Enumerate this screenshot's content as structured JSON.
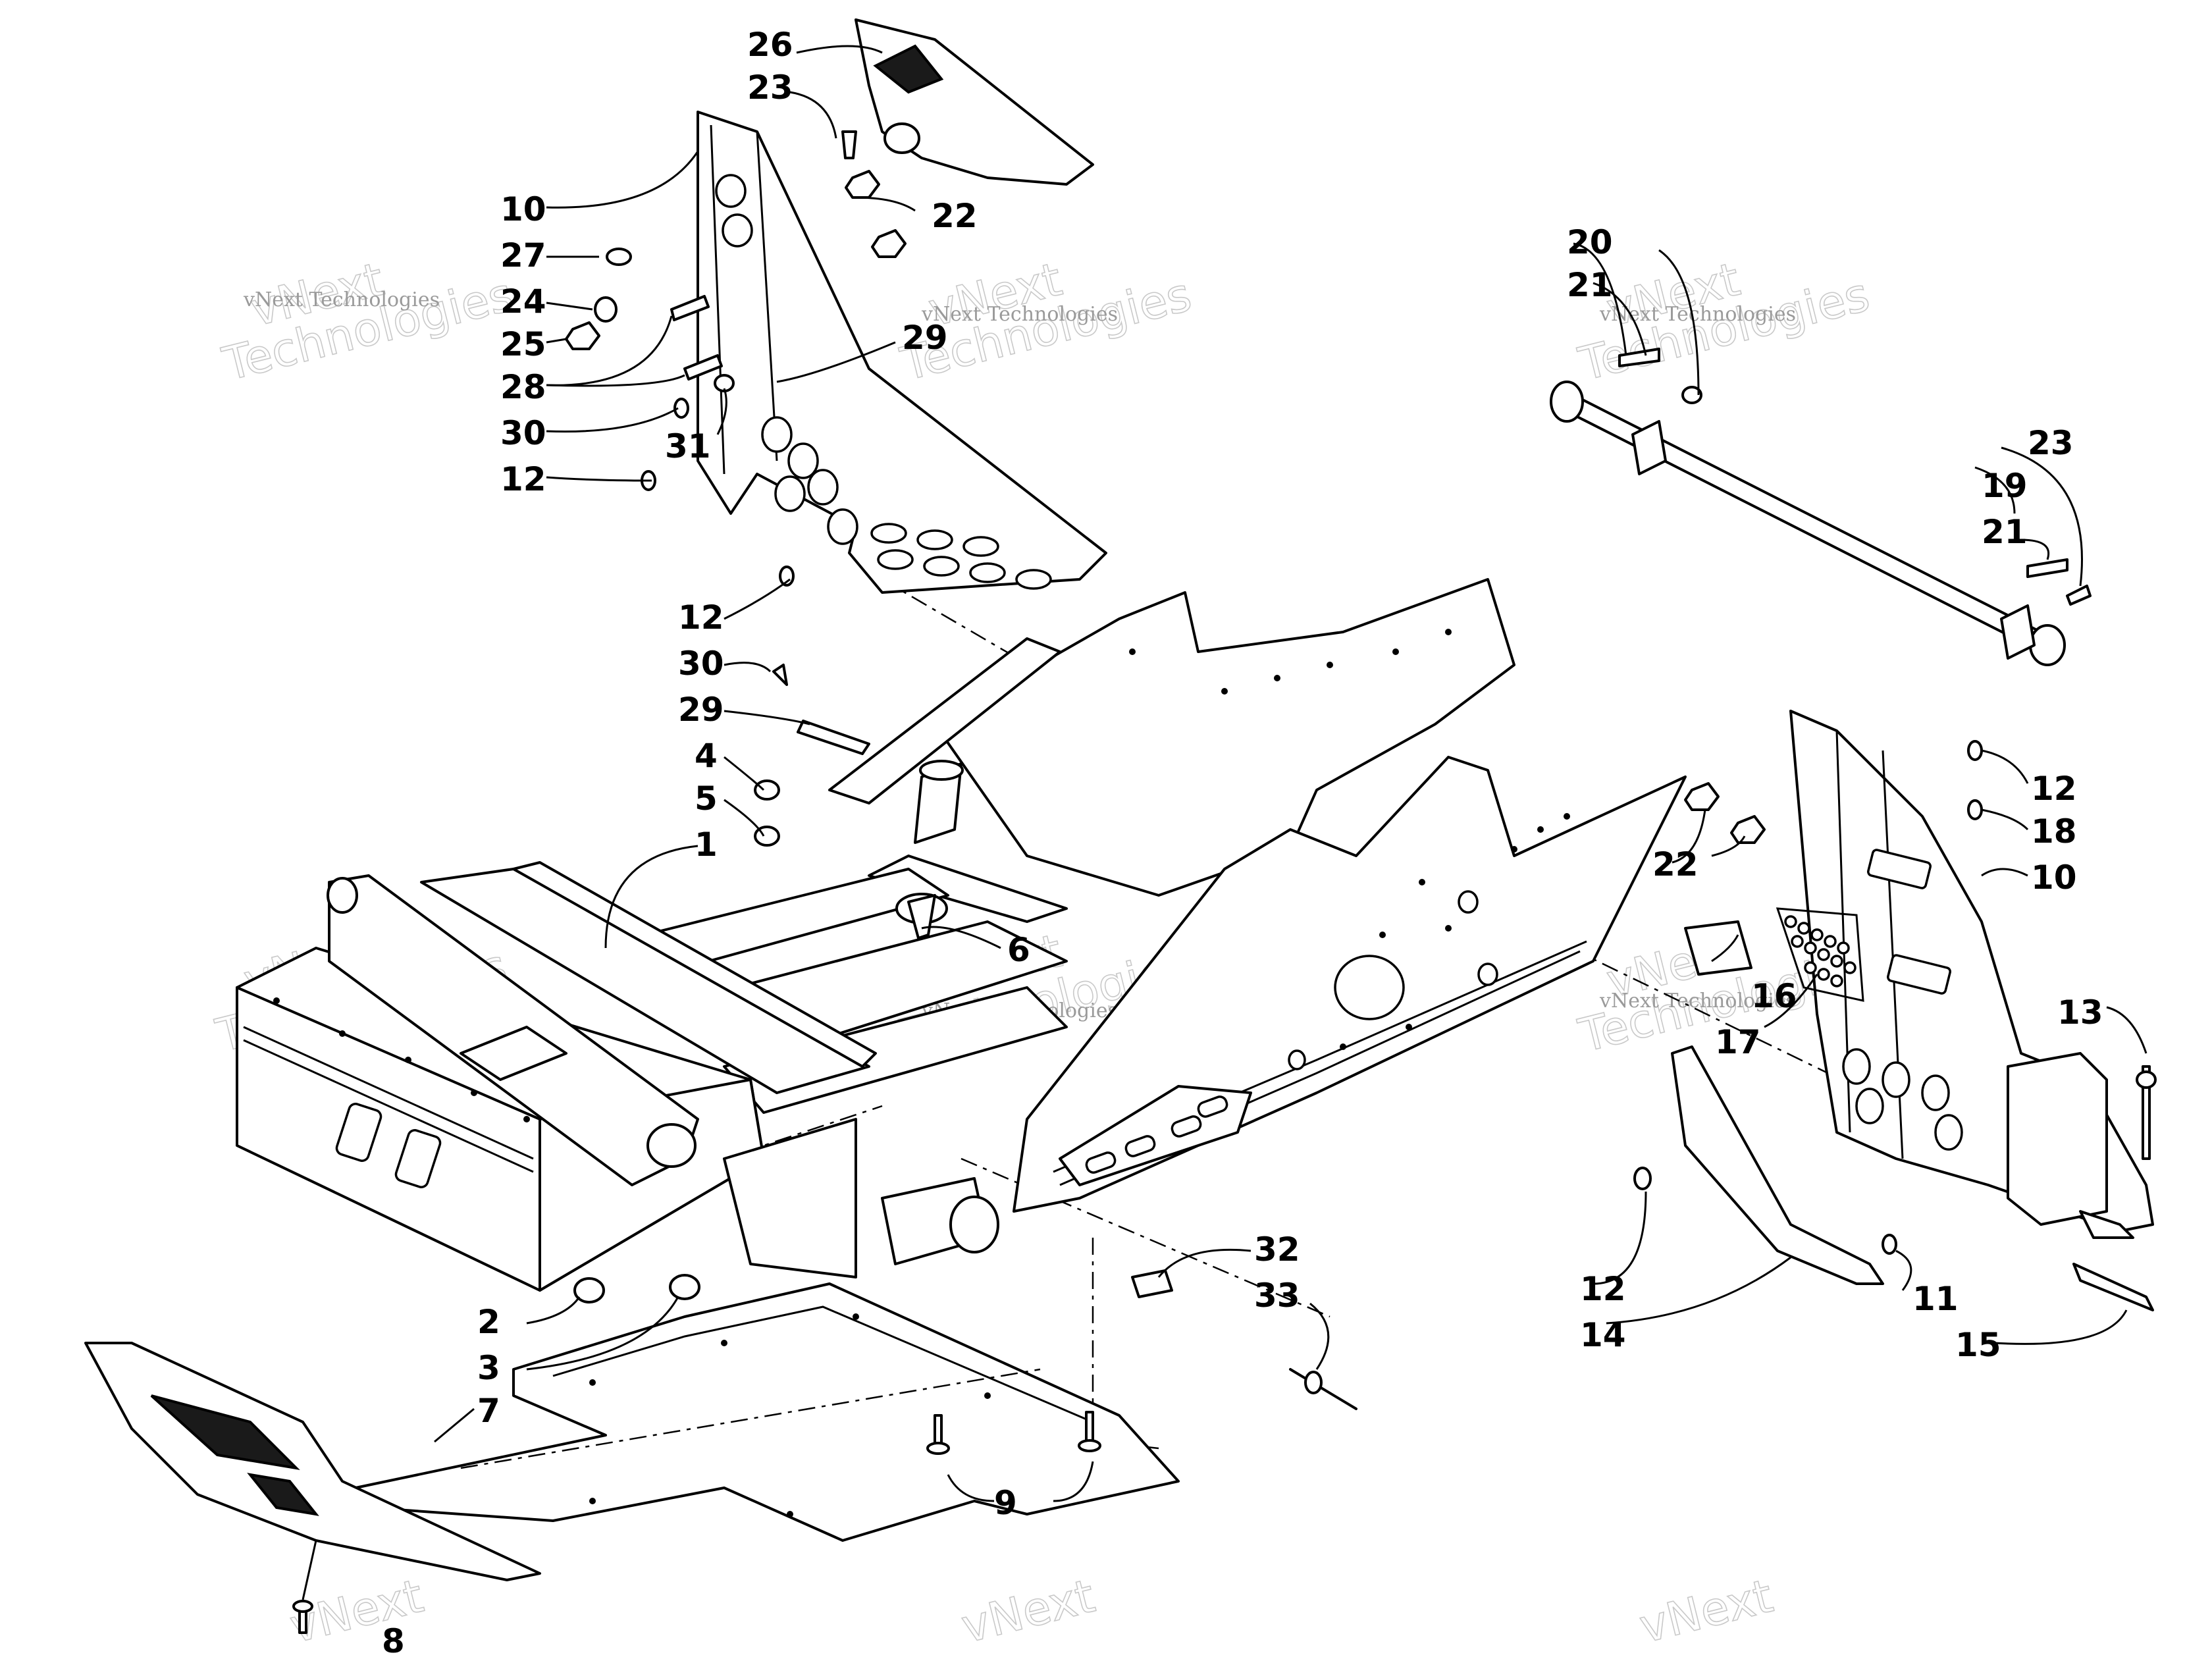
{
  "watermark": {
    "text_line1": "vNext",
    "text_line2": "Technologies",
    "small_text": "vNext Technologies"
  },
  "callouts": {
    "c1": "1",
    "c2": "2",
    "c3": "3",
    "c4": "4",
    "c5": "5",
    "c6": "6",
    "c7": "7",
    "c8": "8",
    "c9": "9",
    "c10a": "10",
    "c10b": "10",
    "c11": "11",
    "c12a": "12",
    "c12b": "12",
    "c12c": "12",
    "c12d": "12",
    "c13": "13",
    "c14": "14",
    "c15": "15",
    "c16": "16",
    "c17": "17",
    "c18": "18",
    "c19": "19",
    "c20": "20",
    "c21a": "21",
    "c21b": "21",
    "c22a": "22",
    "c22b": "22",
    "c23a": "23",
    "c23b": "23",
    "c24": "24",
    "c25": "25",
    "c26": "26",
    "c27": "27",
    "c28": "28",
    "c29a": "29",
    "c29b": "29",
    "c30a": "30",
    "c30b": "30",
    "c31": "31",
    "c32": "32",
    "c33": "33"
  }
}
